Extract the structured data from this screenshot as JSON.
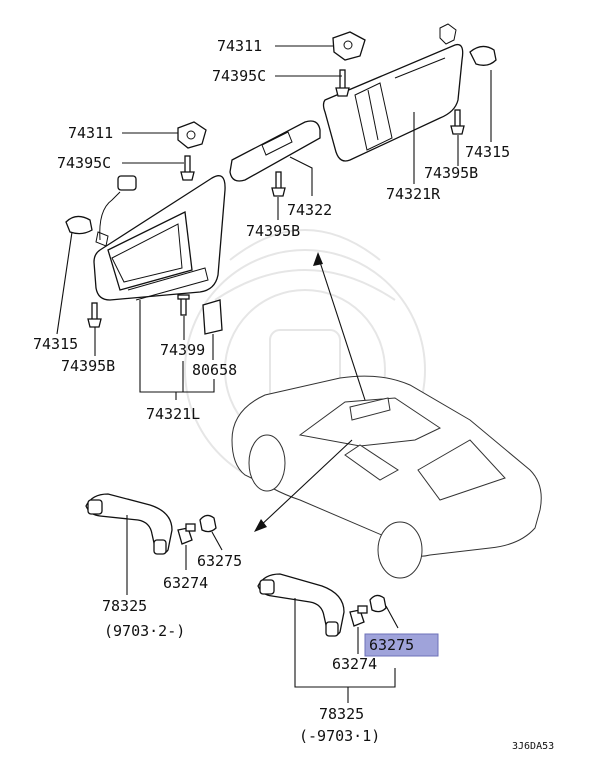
{
  "diagram": {
    "highlight_color": "#9fa3da",
    "labels": {
      "p74311_top": "74311",
      "p74395c_top": "74395C",
      "p74311_left": "74311",
      "p74395c_left": "74395C",
      "p74315_right": "74315",
      "p74395b_right": "74395B",
      "p74321r": "74321R",
      "p74322": "74322",
      "p74395b_mid": "74395B",
      "p74315_left": "74315",
      "p74395b_left": "74395B",
      "p74399": "74399",
      "p80658": "80658",
      "p74321l": "74321L",
      "p63275_a": "63275",
      "p63274_a": "63274",
      "p78325_a": "78325",
      "p78325_a_note": "(9703·2-)",
      "p63275_b": "63275",
      "p63274_b": "63274",
      "p78325_b": "78325",
      "p78325_b_note": "(-9703·1)",
      "figure_code": "3J6DA53"
    }
  }
}
